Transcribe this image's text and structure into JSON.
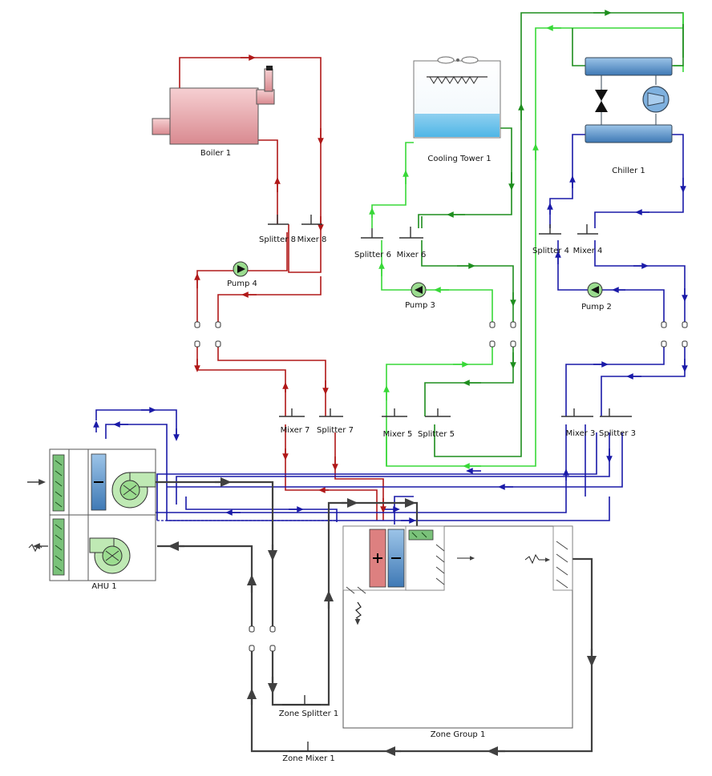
{
  "colors": {
    "hot_water": "#b01818",
    "condenser_supply": "#1e8e1e",
    "condenser_return": "#38d838",
    "chilled_water": "#1a1aa8",
    "air": "#404040",
    "boiler_fill": "#e8a3a8",
    "coil_blue": "#4f7fb8",
    "coil_red": "#cc5a5a",
    "fan_green": "#9bdc8f"
  },
  "labels": {
    "boiler": "Boiler 1",
    "cooling_tower": "Cooling Tower 1",
    "chiller": "Chiller 1",
    "splitter_8": "Splitter 8",
    "mixer_8": "Mixer 8",
    "splitter_6": "Splitter 6",
    "mixer_6": "Mixer 6",
    "splitter_4": "Splitter 4",
    "mixer_4": "Mixer 4",
    "pump_4": "Pump 4",
    "pump_3": "Pump 3",
    "pump_2": "Pump 2",
    "mixer_7": "Mixer 7",
    "splitter_7": "Splitter 7",
    "mixer_5": "Mixer 5",
    "splitter_5": "Splitter 5",
    "mixer_3": "Mixer 3",
    "splitter_3": "Splitter 3",
    "ahu": "AHU 1",
    "zone_splitter": "Zone Splitter 1",
    "zone_group": "Zone Group 1",
    "zone_mixer": "Zone Mixer 1"
  },
  "icons": [
    "boiler-icon",
    "cooling-tower-icon",
    "chiller-icon",
    "pump-icon",
    "fan-icon",
    "heating-coil-icon",
    "cooling-coil-icon",
    "air-filter-icon",
    "diffuser-icon",
    "thermostat-icon"
  ]
}
